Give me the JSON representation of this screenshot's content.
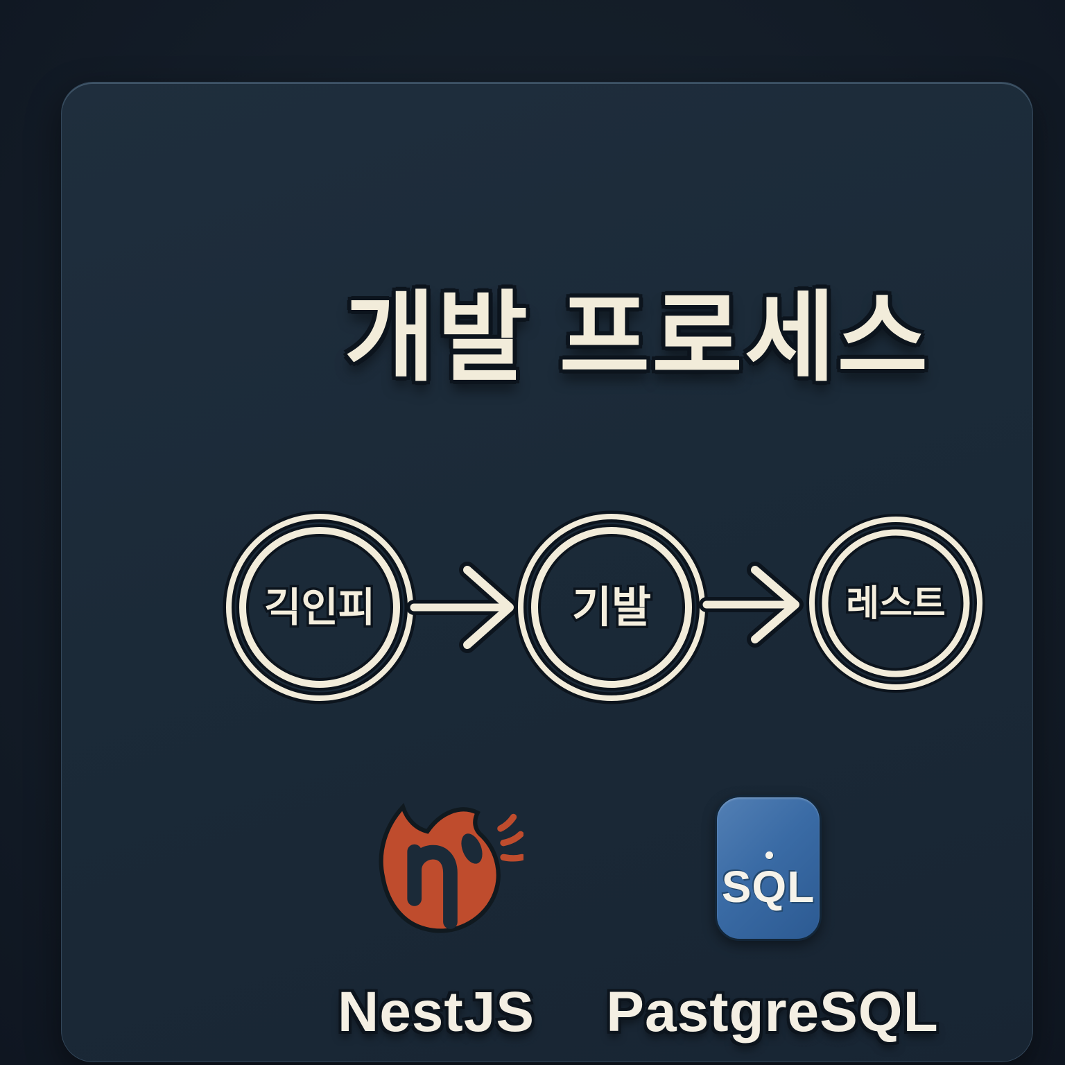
{
  "title": "개발 프로세스",
  "flow": {
    "steps": [
      {
        "label": "긱인피"
      },
      {
        "label": "기발"
      },
      {
        "label": "레스트"
      }
    ],
    "connector": "arrow-right"
  },
  "tech": {
    "items": [
      {
        "name": "NestJS",
        "icon": "nestjs-flame-icon",
        "accent": "#bf4c2d"
      },
      {
        "name": "PastgreSQL",
        "icon": "sql-badge-icon",
        "badge": "SQL",
        "accent": "#3a6ba5"
      }
    ]
  },
  "colors": {
    "cream_text": "#f2ecda",
    "dark_outline": "#0c141d",
    "card_background": "#1b2a38",
    "page_background": "#131c27",
    "nest_red": "#bf4c2d",
    "sql_blue": "#3a6ba5"
  }
}
